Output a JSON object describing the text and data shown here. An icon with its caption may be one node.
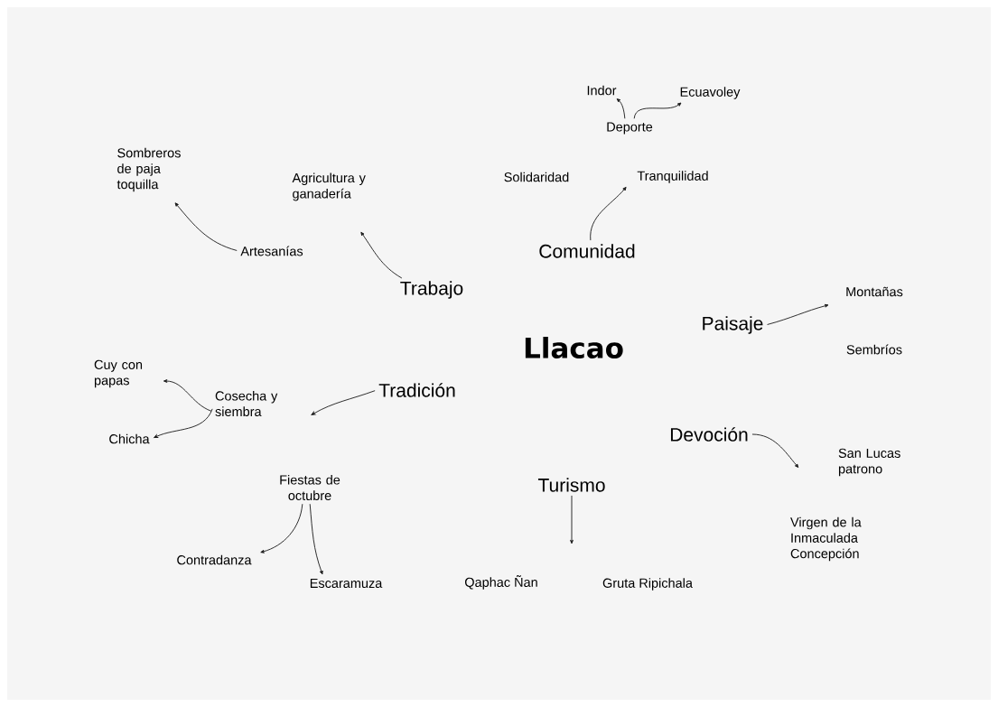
{
  "diagram": {
    "nodes": [
      {
        "text": [
          "Indor"
        ]
      },
      {
        "text": [
          "Ecuavoley"
        ]
      },
      {
        "text": [
          "Deporte"
        ]
      },
      {
        "text": [
          "Tranquilidad"
        ]
      },
      {
        "text": [
          "Comunidad"
        ]
      },
      {
        "text": [
          "Sombreros de paja toquilla"
        ]
      },
      {
        "text": [
          "Agricultura y ganadería"
        ]
      },
      {
        "text": [
          "Artesanías"
        ]
      },
      {
        "text": [
          "Trabajo"
        ]
      },
      {
        "text": [
          "Paisaje"
        ]
      },
      {
        "text": [
          "Montañas"
        ]
      },
      {
        "text": [
          "Cuy con papas"
        ]
      },
      {
        "text": [
          "Cosecha y siembra"
        ]
      },
      {
        "text": [
          "Tradición"
        ]
      },
      {
        "text": [
          "Chicha"
        ]
      },
      {
        "text": [
          "Devoción"
        ]
      },
      {
        "text": [
          "San Lucas patrono"
        ]
      },
      {
        "text": [
          "Fiestas de octubre"
        ]
      },
      {
        "text": [
          "Turismo"
        ]
      },
      {
        "text": [
          "Contradanza"
        ]
      },
      {
        "text": [
          "Escaramuza"
        ]
      }
    ],
    "edges": [
      {
        "from": 2,
        "to": 0,
        "arrow": "to"
      },
      {
        "from": 2,
        "to": 1,
        "arrow": "to"
      },
      {
        "from": 4,
        "to": 3,
        "arrow": "to"
      },
      {
        "from": 7,
        "to": 5,
        "arrow": "to"
      },
      {
        "from": 8,
        "to": 6,
        "arrow": "to"
      },
      {
        "from": 9,
        "to": 10,
        "arrow": "to"
      },
      {
        "from": 13,
        "to": 12,
        "arrow": "to"
      },
      {
        "from": 12,
        "to": 11,
        "arrow": "to"
      },
      {
        "from": 12,
        "to": 14,
        "arrow": "to"
      },
      {
        "from": 15,
        "to": 16,
        "arrow": "to"
      },
      {
        "from": 17,
        "to": 19,
        "arrow": "to"
      },
      {
        "from": 17,
        "to": 20,
        "arrow": "to"
      },
      {
        "from": 18,
        "to": null,
        "arrow": "to"
      }
    ],
    "labels": [
      "Solidaridad",
      "Llacao",
      "Sembríos",
      "Virgen de la Inmaculada Concepción",
      "Qaphac Ñan",
      "Gruta Ripichala"
    ]
  }
}
